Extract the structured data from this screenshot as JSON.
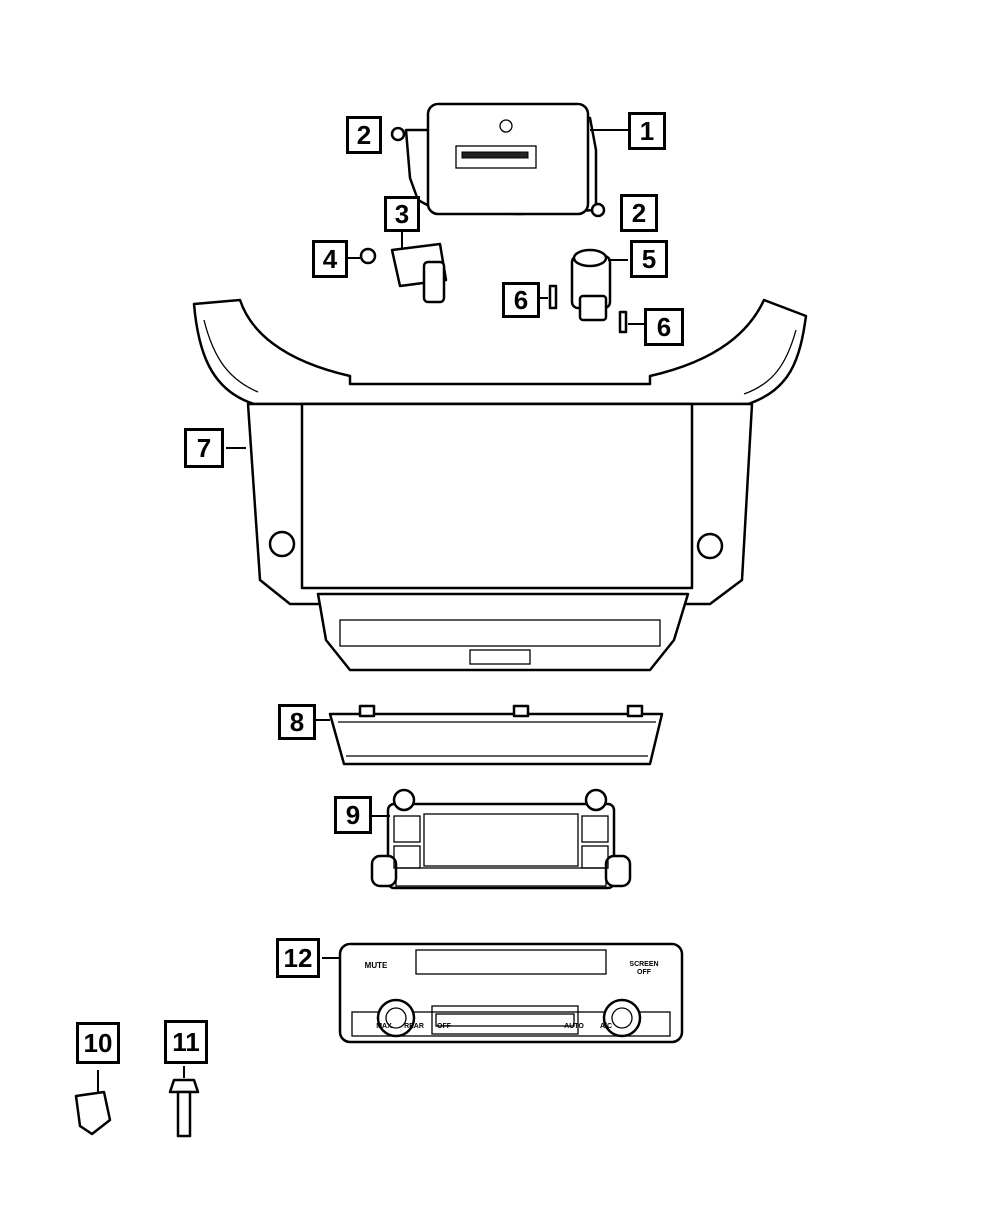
{
  "callouts": [
    {
      "id": "1",
      "label": "1"
    },
    {
      "id": "2a",
      "label": "2"
    },
    {
      "id": "2b",
      "label": "2"
    },
    {
      "id": "3",
      "label": "3"
    },
    {
      "id": "4",
      "label": "4"
    },
    {
      "id": "5",
      "label": "5"
    },
    {
      "id": "6a",
      "label": "6"
    },
    {
      "id": "6b",
      "label": "6"
    },
    {
      "id": "7",
      "label": "7"
    },
    {
      "id": "8",
      "label": "8"
    },
    {
      "id": "9",
      "label": "9"
    },
    {
      "id": "10",
      "label": "10"
    },
    {
      "id": "11",
      "label": "11"
    },
    {
      "id": "12",
      "label": "12"
    }
  ],
  "panel_labels": {
    "mute": "MUTE",
    "screen_off_1": "SCREEN",
    "screen_off_2": "OFF",
    "max": "MAX",
    "rear": "REAR",
    "off": "OFF",
    "auto": "AUTO",
    "ac": "A/C"
  }
}
